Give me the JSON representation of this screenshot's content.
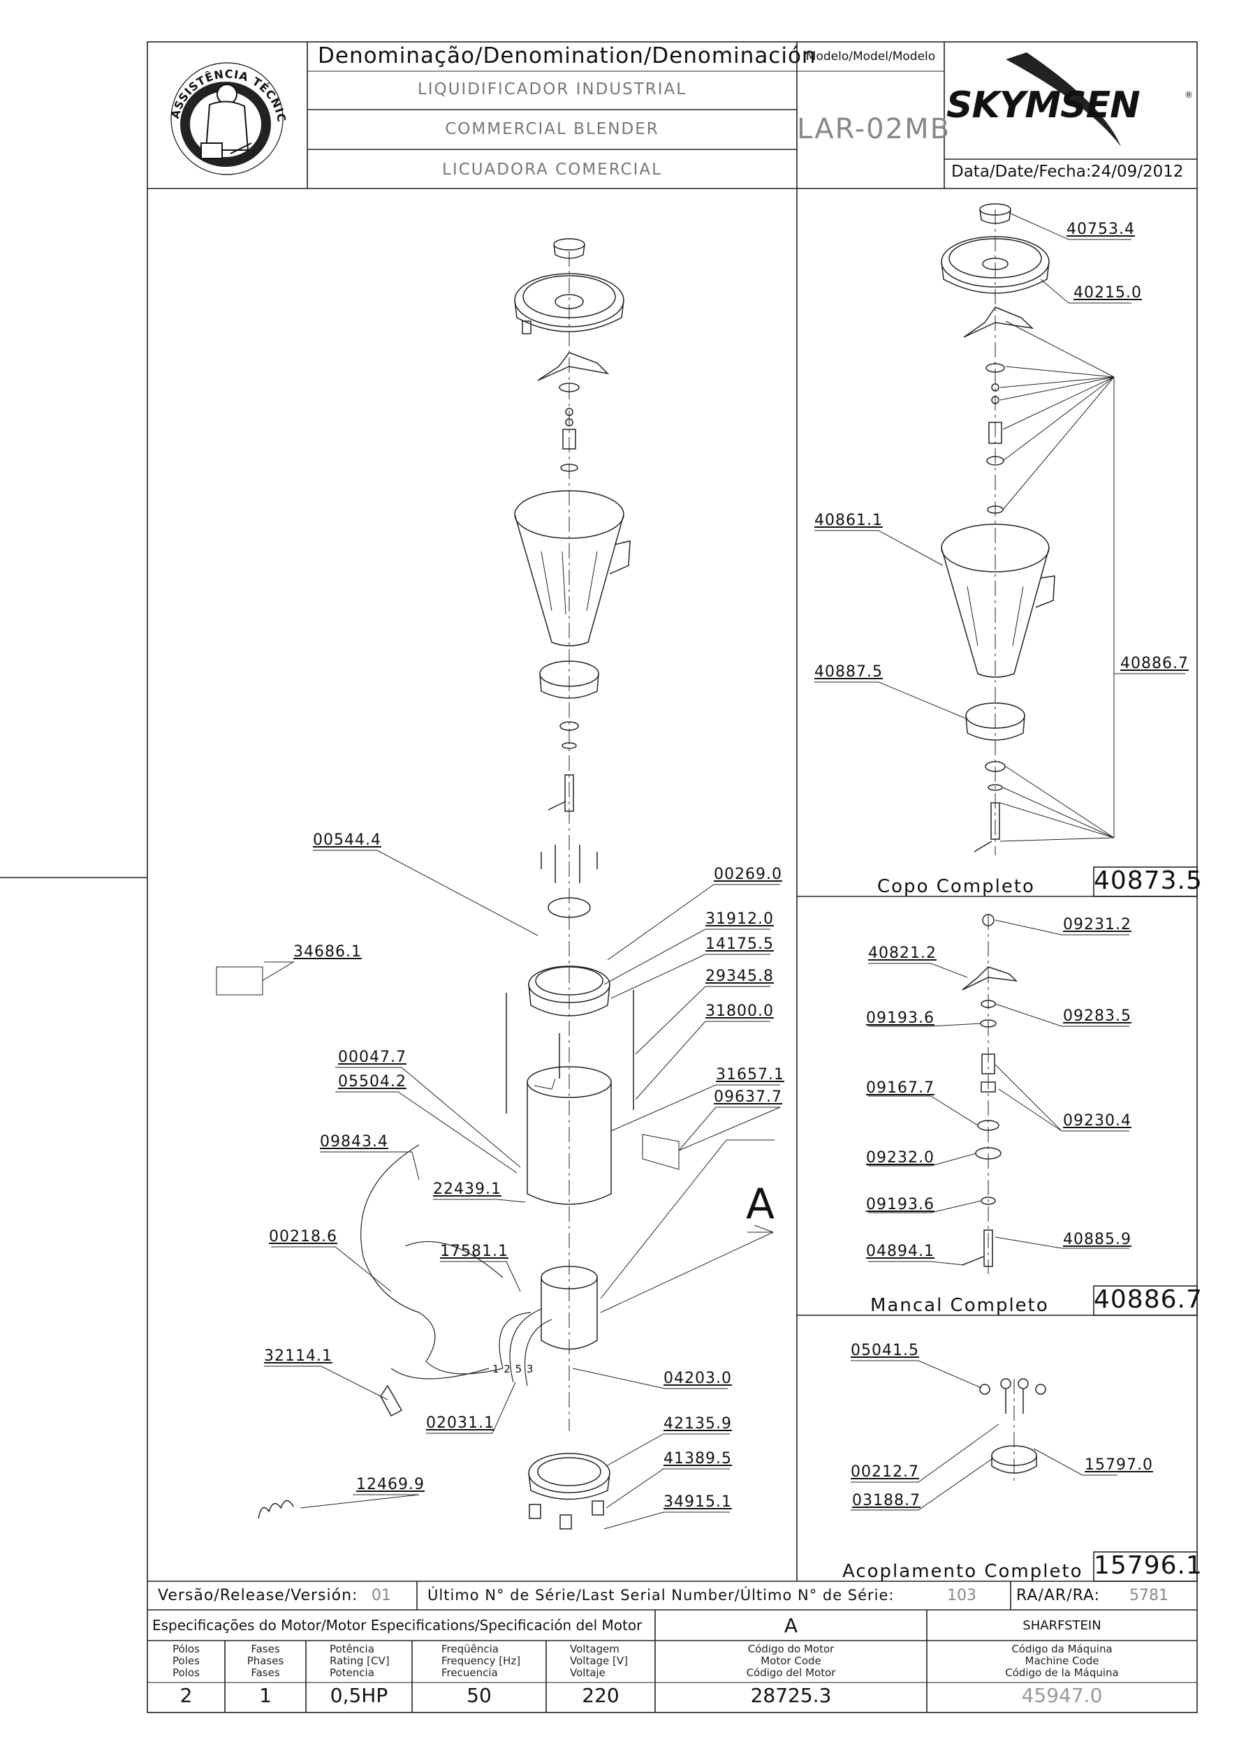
{
  "header": {
    "stamp_text": "ASSISTÊNCIA TÉCNICA AUTORIZADA",
    "denomination_label": "Denominação/Denomination/Denominación",
    "names": [
      "LIQUIDIFICADOR  INDUSTRIAL",
      "COMMERCIAL  BLENDER",
      "LICUADORA  COMERCIAL"
    ],
    "model_label": "Modelo/Model/Modelo",
    "model_value": "LAR-02MB",
    "brand": "SKYMSEN",
    "date_label": "Data/Date/Fecha:",
    "date_value": "24/09/2012"
  },
  "main_parts": [
    {
      "code": "00544.4"
    },
    {
      "code": "00269.0"
    },
    {
      "code": "31912.0"
    },
    {
      "code": "14175.5"
    },
    {
      "code": "34686.1"
    },
    {
      "code": "29345.8"
    },
    {
      "code": "31800.0"
    },
    {
      "code": "00047.7"
    },
    {
      "code": "05504.2"
    },
    {
      "code": "31657.1"
    },
    {
      "code": "09637.7"
    },
    {
      "code": "09843.4"
    },
    {
      "code": "22439.1"
    },
    {
      "code": "00218.6"
    },
    {
      "code": "17581.1"
    },
    {
      "code": "32114.1"
    },
    {
      "code": "04203.0"
    },
    {
      "code": "02031.1"
    },
    {
      "code": "42135.9"
    },
    {
      "code": "41389.5"
    },
    {
      "code": "12469.9"
    },
    {
      "code": "34915.1"
    }
  ],
  "detail_marker": "A",
  "wire_numbers": "1 2 5 3",
  "assemblies": {
    "copo": {
      "title": "Copo  Completo",
      "code": "40873.5",
      "parts": [
        "40753.4",
        "40215.0",
        "40861.1",
        "40887.5",
        "40886.7"
      ]
    },
    "mancal": {
      "title": "Mancal  Completo",
      "code": "40886.7",
      "parts": [
        "09231.2",
        "40821.2",
        "09193.6",
        "09283.5",
        "09167.7",
        "09230.4",
        "09232.0",
        "09193.6",
        "04894.1",
        "40885.9"
      ]
    },
    "acoplamento": {
      "title": "Acoplamento  Completo",
      "code": "15796.1",
      "parts": [
        "05041.5",
        "00212.7",
        "15797.0",
        "03188.7"
      ]
    }
  },
  "footer": {
    "version_label": "Versão/Release/Versión:",
    "version_value": "01",
    "serial_label": "Último  N°  de  Série/Last  Serial  Number/Último  N°  de  Série:",
    "serial_value": "103",
    "ra_label": "RA/AR/RA:",
    "ra_value": "5781",
    "motor_spec_label": "Especificações do Motor/Motor Especifications/Specificación del Motor",
    "motor_letter": "A",
    "maker": "SHARFSTEIN",
    "col_headers": [
      [
        "Pólos",
        "Poles",
        "Polos"
      ],
      [
        "Fases",
        "Phases",
        "Fases"
      ],
      [
        "Potência",
        "Rating [CV]",
        "Potencia"
      ],
      [
        "Freqüência",
        "Frequency [Hz]",
        "Frecuencia"
      ],
      [
        "Voltagem",
        "Voltage [V]",
        "Voltaje"
      ],
      [
        "Código do Motor",
        "Motor Code",
        "Código del Motor"
      ],
      [
        "Código da Máquina",
        "Machine Code",
        "Código de la Máquina"
      ]
    ],
    "values": [
      "2",
      "1",
      "0,5HP",
      "50",
      "220",
      "28725.3",
      "45947.0"
    ]
  }
}
